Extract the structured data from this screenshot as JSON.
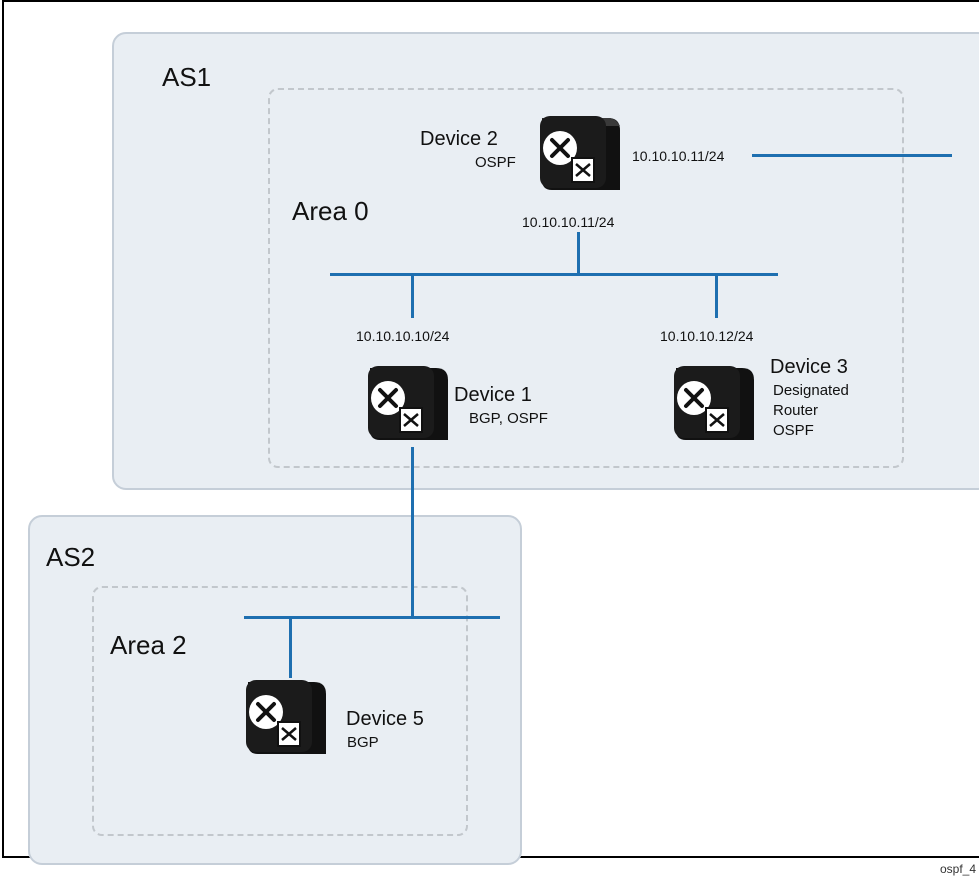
{
  "diagram": {
    "autonomous_systems": [
      {
        "label": "AS1"
      },
      {
        "label": "AS2"
      }
    ],
    "areas": [
      {
        "label": "Area 0"
      },
      {
        "label": "Area 2"
      }
    ],
    "devices": [
      {
        "name": "Device 2",
        "role": "OSPF",
        "ip_right": "10.10.10.11/24",
        "ip_below": "10.10.10.11/24"
      },
      {
        "name": "Device 1",
        "role": "BGP, OSPF",
        "ip": "10.10.10.10/24"
      },
      {
        "name": "Device 3",
        "role_lines": [
          "Designated",
          "Router",
          "OSPF"
        ],
        "ip": "10.10.10.12/24"
      },
      {
        "name": "Device 5",
        "role": "BGP"
      }
    ],
    "footer": "ospf_4",
    "colors": {
      "link": "#1e6fb0",
      "as_fill": "#e9eef3",
      "device": "#111111"
    },
    "icons": {
      "device": "router-switch-icon"
    }
  }
}
